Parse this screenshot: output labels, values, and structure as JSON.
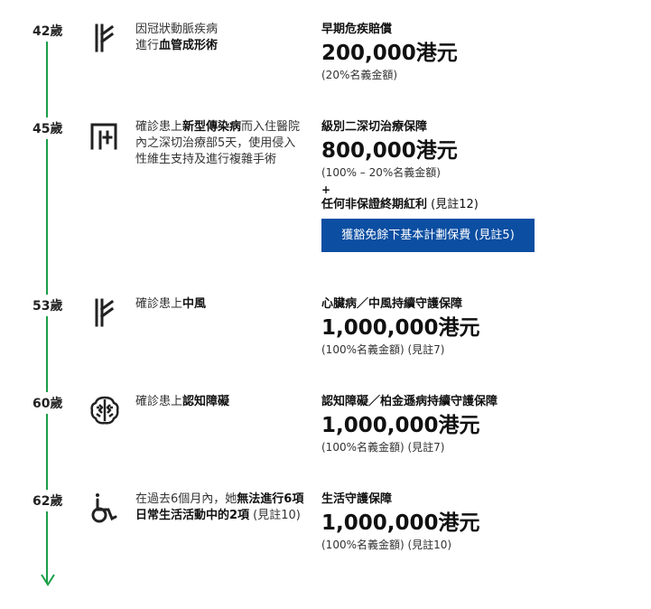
{
  "rows": [
    {
      "age": "42歲",
      "icon": "artery-icon",
      "condition": {
        "pre": "因冠狀動脈疾病\n進行",
        "bold": "血管成形術",
        "post": ""
      },
      "benefit_title": "早期危疾賠償",
      "amount": "200,000港元",
      "note": "(20%名義金額)"
    },
    {
      "age": "45歲",
      "icon": "hospital-icon",
      "condition": {
        "pre": "確診患上",
        "bold": "新型傳染病",
        "post": "而入住醫院內之深切治療部5天，使用侵入性維生支持及進行複雜手術"
      },
      "benefit_title": "級別二深切治療保障",
      "amount": "800,000港元",
      "note": "(100% – 20%名義金額)",
      "plus": "+",
      "extra_bold": "任何非保證終期紅利",
      "extra_note": " (見註12)",
      "waiver_label": "獲豁免餘下基本計劃保費 (見註5)"
    },
    {
      "age": "53歲",
      "icon": "stroke-icon",
      "condition": {
        "pre": "確診患上",
        "bold": "中風",
        "post": ""
      },
      "benefit_title": "心臟病／中風持續守護保障",
      "amount": "1,000,000港元",
      "note": "(100%名義金額) (見註7)"
    },
    {
      "age": "60歲",
      "icon": "brain-icon",
      "condition": {
        "pre": "確診患上",
        "bold": "認知障礙",
        "post": ""
      },
      "benefit_title": "認知障礙／柏金遜病持續守護保障",
      "amount": "1,000,000港元",
      "note": "(100%名義金額) (見註7)"
    },
    {
      "age": "62歲",
      "icon": "wheelchair-icon",
      "condition": {
        "pre": "在過去6個月內，她",
        "bold": "無法進行6項日常生活活動中的2項",
        "post": " (見註10)"
      },
      "benefit_title": "生活守護保障",
      "amount": "1,000,000港元",
      "note": "(100%名義金額) (見註10)"
    }
  ],
  "colors": {
    "timeline": "#1a9e47",
    "waiver_bg": "#0b4ea2",
    "text": "#222222"
  }
}
